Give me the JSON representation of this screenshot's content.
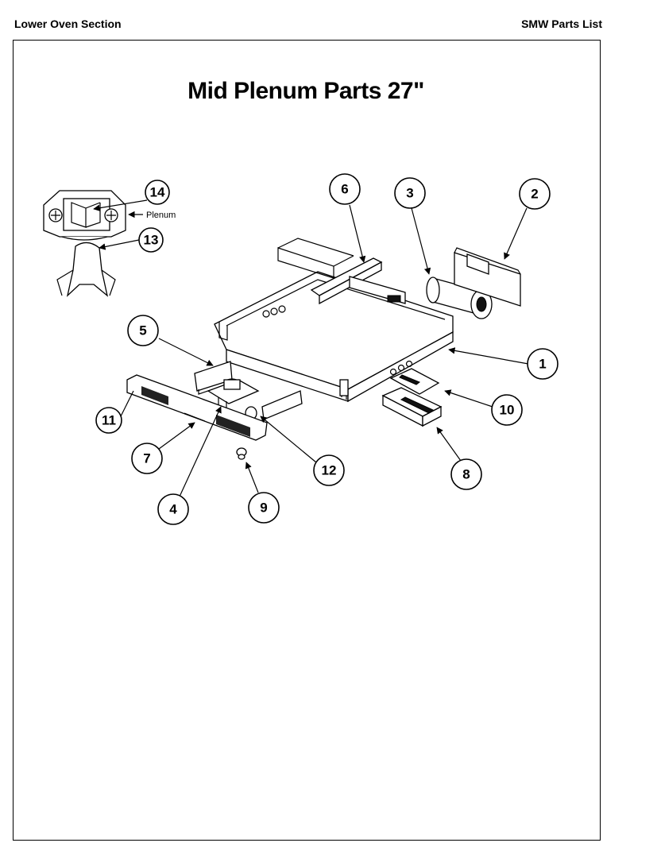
{
  "header": {
    "left": "Lower Oven Section",
    "right": "SMW Parts List"
  },
  "title": "Mid Plenum Parts 27\"",
  "inset_label": "Plenum",
  "callouts": [
    "1",
    "2",
    "3",
    "4",
    "5",
    "6",
    "7",
    "8",
    "9",
    "10",
    "11",
    "12",
    "13",
    "14"
  ]
}
